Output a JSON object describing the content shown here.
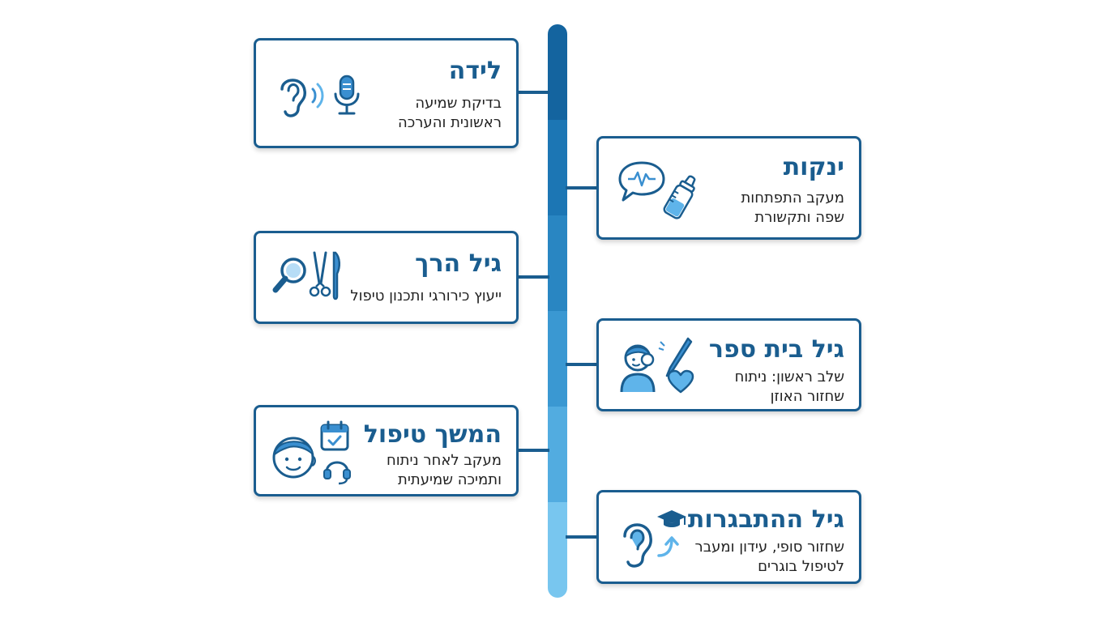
{
  "colors": {
    "primary": "#1a5d8f",
    "icon_blue": "#3a8fd0",
    "light_blue": "#5fb4ea",
    "spine_segments": [
      "#14649f",
      "#1c76b4",
      "#2986c2",
      "#3a98d2",
      "#52ace0",
      "#78c6ef"
    ]
  },
  "stages": [
    {
      "title": "לידה",
      "desc": [
        "בדיקת שמיעה",
        "ראשונית והערכה"
      ],
      "icons": [
        "ear-icon",
        "sound-waves-icon",
        "microphone-icon"
      ]
    },
    {
      "title": "ינקות",
      "desc": [
        "מעקב התפתחות",
        "שפה ותקשורת"
      ],
      "icons": [
        "speech-bubble-icon",
        "baby-bottle-icon"
      ]
    },
    {
      "title": "גיל הרך",
      "desc": [
        "ייעוץ כירורגי ותכנון טיפול"
      ],
      "icons": [
        "magnifier-icon",
        "surgical-tools-icon"
      ]
    },
    {
      "title": "גיל בית ספר",
      "desc": [
        "שלב ראשון: ניתוח",
        "שחזור האוזן"
      ],
      "icons": [
        "child-icon",
        "scalpel-icon",
        "heart-icon"
      ]
    },
    {
      "title": "המשך טיפול",
      "desc": [
        "מעקב לאחר ניתוח",
        "ותמיכה שמיעתית"
      ],
      "icons": [
        "child-face-icon",
        "calendar-icon",
        "headset-icon"
      ]
    },
    {
      "title": "גיל ההתבגרות",
      "desc": [
        "שחזור סופי, עידון ומעבר",
        "לטיפול בוגרים"
      ],
      "icons": [
        "ear-icon",
        "graduation-cap-icon",
        "arrow-up-icon"
      ]
    }
  ]
}
